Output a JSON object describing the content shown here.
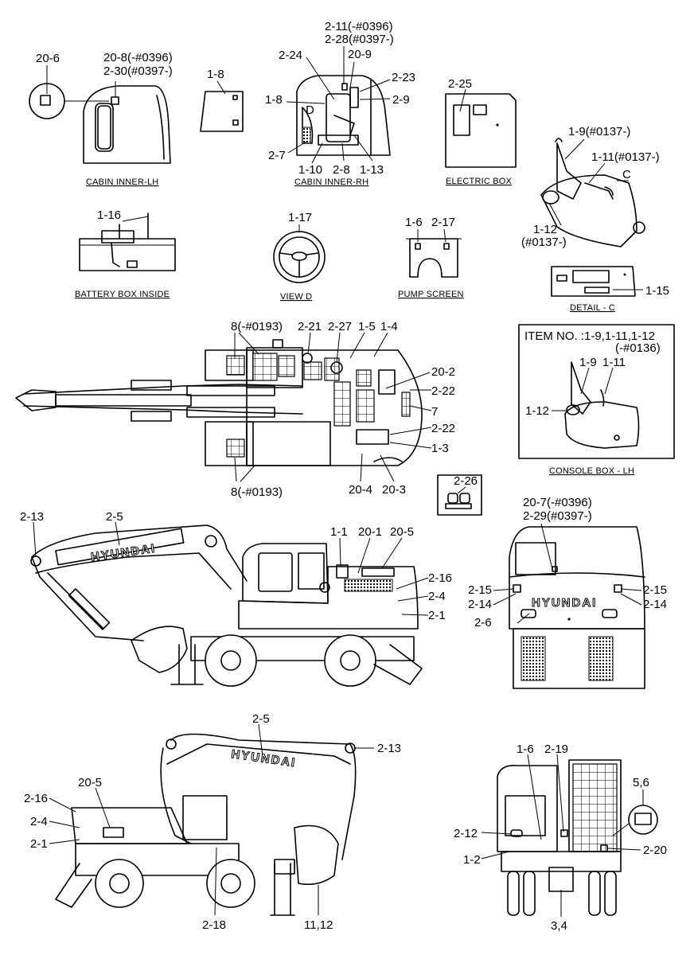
{
  "captions": {
    "cabin_inner_lh": "CABIN INNER-LH",
    "cabin_inner_rh": "CABIN INNER-RH",
    "electric_box": "ELECTRIC BOX",
    "battery_box_inside": "BATTERY BOX INSIDE",
    "view_d": "VIEW D",
    "pump_screen": "PUMP SCREEN",
    "detail_c": "DETAIL - C",
    "console_box_lh": "CONSOLE BOX - LH"
  },
  "console_box": {
    "item_line1": "ITEM NO. :1-9,1-11,1-12",
    "item_line2": "(-#0136)"
  },
  "letters": {
    "c": "C",
    "d": "D"
  },
  "brand": "HYUNDAI",
  "labels": [
    "20-6",
    "20-8(-#0396)",
    "2-30(#0397-)",
    "1-8",
    "2-11(-#0396)",
    "2-28(#0397-)",
    "20-9",
    "2-24",
    "2-23",
    "1-8",
    "2-9",
    "2-7",
    "1-10",
    "2-8",
    "1-13",
    "2-25",
    "1-9(#0137-)",
    "1-11(#0137-)",
    "1-12",
    "(#0137-)",
    "1-16",
    "1-17",
    "1-6",
    "2-17",
    "1-15",
    "8(-#0193)",
    "2-21",
    "2-27",
    "1-5",
    "1-4",
    "20-2",
    "2-22",
    "7",
    "2-22",
    "1-3",
    "8(-#0193)",
    "20-4",
    "20-3",
    "2-26",
    "1-9",
    "1-11",
    "1-12",
    "2-13",
    "2-5",
    "1-1",
    "20-1",
    "20-5",
    "2-16",
    "2-4",
    "2-1",
    "20-7(-#0396)",
    "2-29(#0397-)",
    "2-15",
    "2-15",
    "2-14",
    "2-14",
    "2-6",
    "2-5",
    "2-13",
    "2-16",
    "20-5",
    "2-4",
    "2-1",
    "2-18",
    "11,12",
    "1-6",
    "2-19",
    "5,6",
    "2-12",
    "2-20",
    "1-2",
    "3,4"
  ]
}
